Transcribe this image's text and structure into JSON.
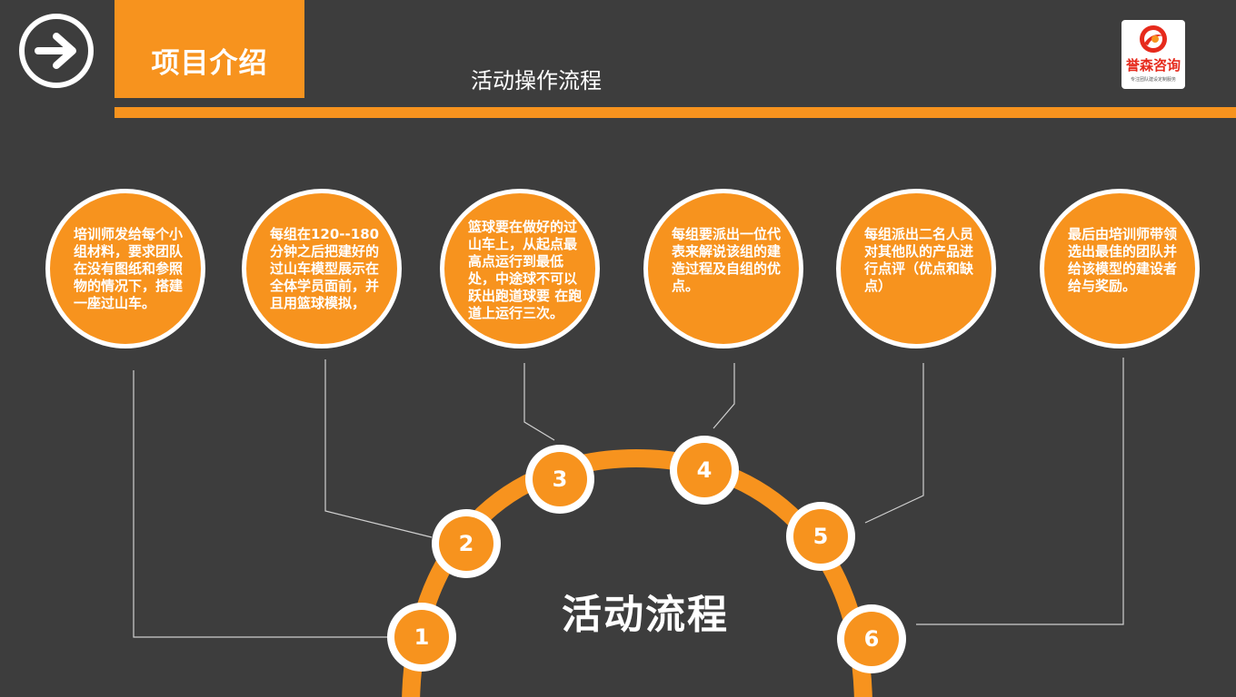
{
  "header": {
    "title": "项目介绍",
    "subtitle": "活动操作流程"
  },
  "logo": {
    "name": "誉森咨询",
    "tagline": "专注团队建设定制服务"
  },
  "process": {
    "center_title": "活动流程",
    "steps": [
      {
        "number": "1",
        "text": "培训师发给每个小组材料，要求团队在没有图纸和参照物的情况下，搭建一座过山车。"
      },
      {
        "number": "2",
        "text": "每组在120--180分钟之后把建好的过山车模型展示在全体学员面前，并且用篮球模拟，"
      },
      {
        "number": "3",
        "text": "篮球要在做好的过山车上，从起点最高点运行到最低处，中途球不可以跃出跑道球要 在跑道上运行三次。"
      },
      {
        "number": "4",
        "text": "每组要派出一位代表来解说该组的建造过程及自组的优点。"
      },
      {
        "number": "5",
        "text": "每组派出二名人员对其他队的产品进行点评（优点和缺点）"
      },
      {
        "number": "6",
        "text": "最后由培训师带领选出最佳的团队并给该模型的建设者给与奖励。"
      }
    ]
  },
  "colors": {
    "background": "#3d3d3d",
    "accent": "#f7931e",
    "text": "#ffffff",
    "connector": "#d0d0d0",
    "logo_red": "#e62a1c"
  },
  "icons": {
    "nav": "arrow-right-circle-icon",
    "logo": "logo-mark-icon"
  }
}
